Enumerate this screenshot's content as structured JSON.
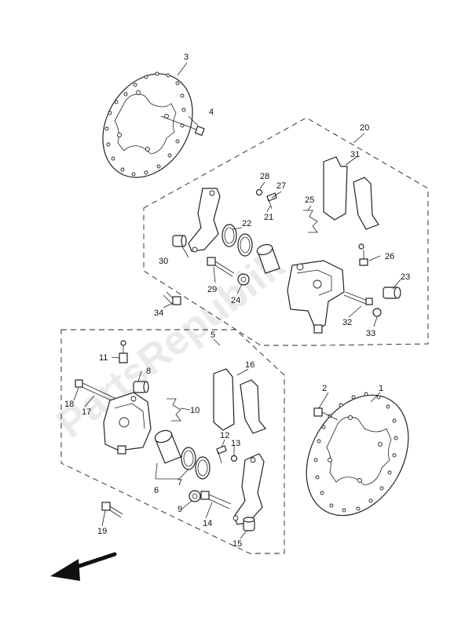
{
  "watermark": "PartsRepublik",
  "callouts": {
    "c1": "1",
    "c2": "2",
    "c3": "3",
    "c4": "4",
    "c5": "5",
    "c6": "6",
    "c7": "7",
    "c8": "8",
    "c9": "9",
    "c10": "10",
    "c11": "11",
    "c12": "12",
    "c13": "13",
    "c14": "14",
    "c15": "15",
    "c16": "16",
    "c17": "17",
    "c18": "18",
    "c19": "19",
    "c20": "20",
    "c21": "21",
    "c22": "22",
    "c23": "23",
    "c24": "24",
    "c25": "25",
    "c26": "26",
    "c27": "27",
    "c28": "28",
    "c29": "29",
    "c30": "30",
    "c31": "31",
    "c32": "32",
    "c33": "33",
    "c34": "34"
  },
  "icons": {
    "direction_arrow": "front-direction-arrow-icon"
  }
}
